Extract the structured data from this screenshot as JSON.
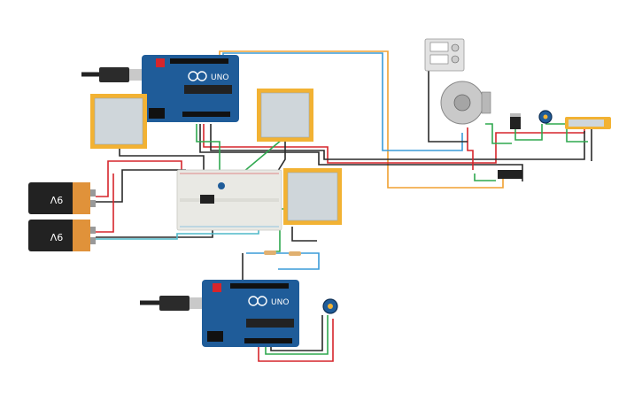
{
  "batteries": [
    {
      "label": "9V"
    },
    {
      "label": "9V"
    }
  ],
  "arduinos": [
    {
      "brand": "UNO"
    },
    {
      "brand": "UNO"
    }
  ],
  "colors": {
    "wire_red": "#d6252b",
    "wire_black": "#2a2a2a",
    "wire_green": "#2fa84f",
    "wire_blue": "#3a9bd8",
    "wire_orange": "#f0a030",
    "wire_teal": "#4fb8c8",
    "board_blue": "#1f5c99",
    "pad_yellow": "#f2b233",
    "breadboard": "#e9e9e4"
  }
}
